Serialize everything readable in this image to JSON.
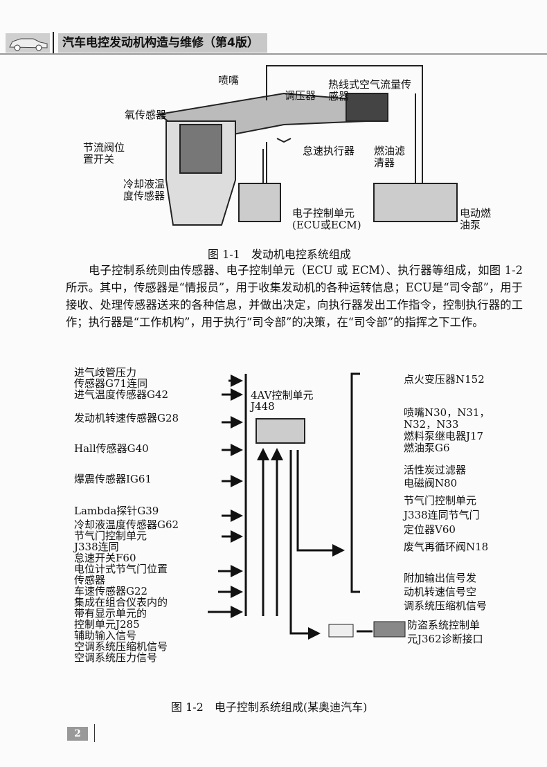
{
  "header": {
    "book_title": "汽车电控发动机构造与维修（第4版）"
  },
  "figure1": {
    "labels": {
      "nozzle": "喷嘴",
      "maf_sensor": "热线式空气流量传感器",
      "regulator": "调压器",
      "o2_sensor": "氧传感器",
      "throttle_switch": "节流阀位置开关",
      "idle_actuator": "怠速执行器",
      "fuel_filter": "燃油滤清器",
      "coolant_sensor": "冷却液温度传感器",
      "ecu": "电子控制单元(ECU或ECM)",
      "fuel_pump": "电动燃油泵"
    },
    "caption": "图 1-1　发动机电控系统组成"
  },
  "paragraph": "电子控制系统则由传感器、电子控制单元（ECU 或 ECM）、执行器等组成，如图 1-2 所示。其中，传感器是“情报员”，用于收集发动机的各种运转信息；ECU是“司令部”，用于接收、处理传感器送来的各种信息，并做出决定，向执行器发出工作指令，控制执行器的工作；执行器是“工作机构”，用于执行“司令部”的决策，在“司令部”的指挥之下工作。",
  "figure2": {
    "inputs": [
      "进气歧管压力",
      "传感器G71连同",
      "进气温度传感器G42",
      "发动机转速传感器G28",
      "Hall传感器G40",
      "爆震传感器IG61",
      "Lambda探针G39",
      "冷却液温度传感器G62",
      "节气门控制单元",
      "J338连同",
      "怠速开关F60",
      "电位计式节气门位置",
      "传感器",
      "车速传感器G22",
      "集成在组合仪表内的",
      "带有显示单元的",
      "控制单元J285",
      "辅助输入信号",
      "空调系统压缩机信号",
      "空调系统压力信号"
    ],
    "control_unit": [
      "4AV控制单元",
      "J448"
    ],
    "outputs": {
      "ignition": "点火变压器N152",
      "injectors": [
        "喷嘴N30，N31，",
        "N32，N33"
      ],
      "pump": [
        "燃料泵继电器J17",
        "燃油泵G6"
      ],
      "canister": [
        "活性炭过滤器",
        "电磁阀N80"
      ],
      "throttle": [
        "节气门控制单元",
        "J338连同节气门",
        "定位器V60"
      ],
      "egr": "废气再循环阀N18",
      "extra": [
        "附加输出信号发",
        "动机转速信号空",
        "调系统压缩机信号"
      ],
      "immobilizer": [
        "防盗系统控制单",
        "元J362诊断接口"
      ]
    },
    "caption": "图 1-2　电子控制系统组成(某奥迪汽车)"
  },
  "page_number": "2"
}
